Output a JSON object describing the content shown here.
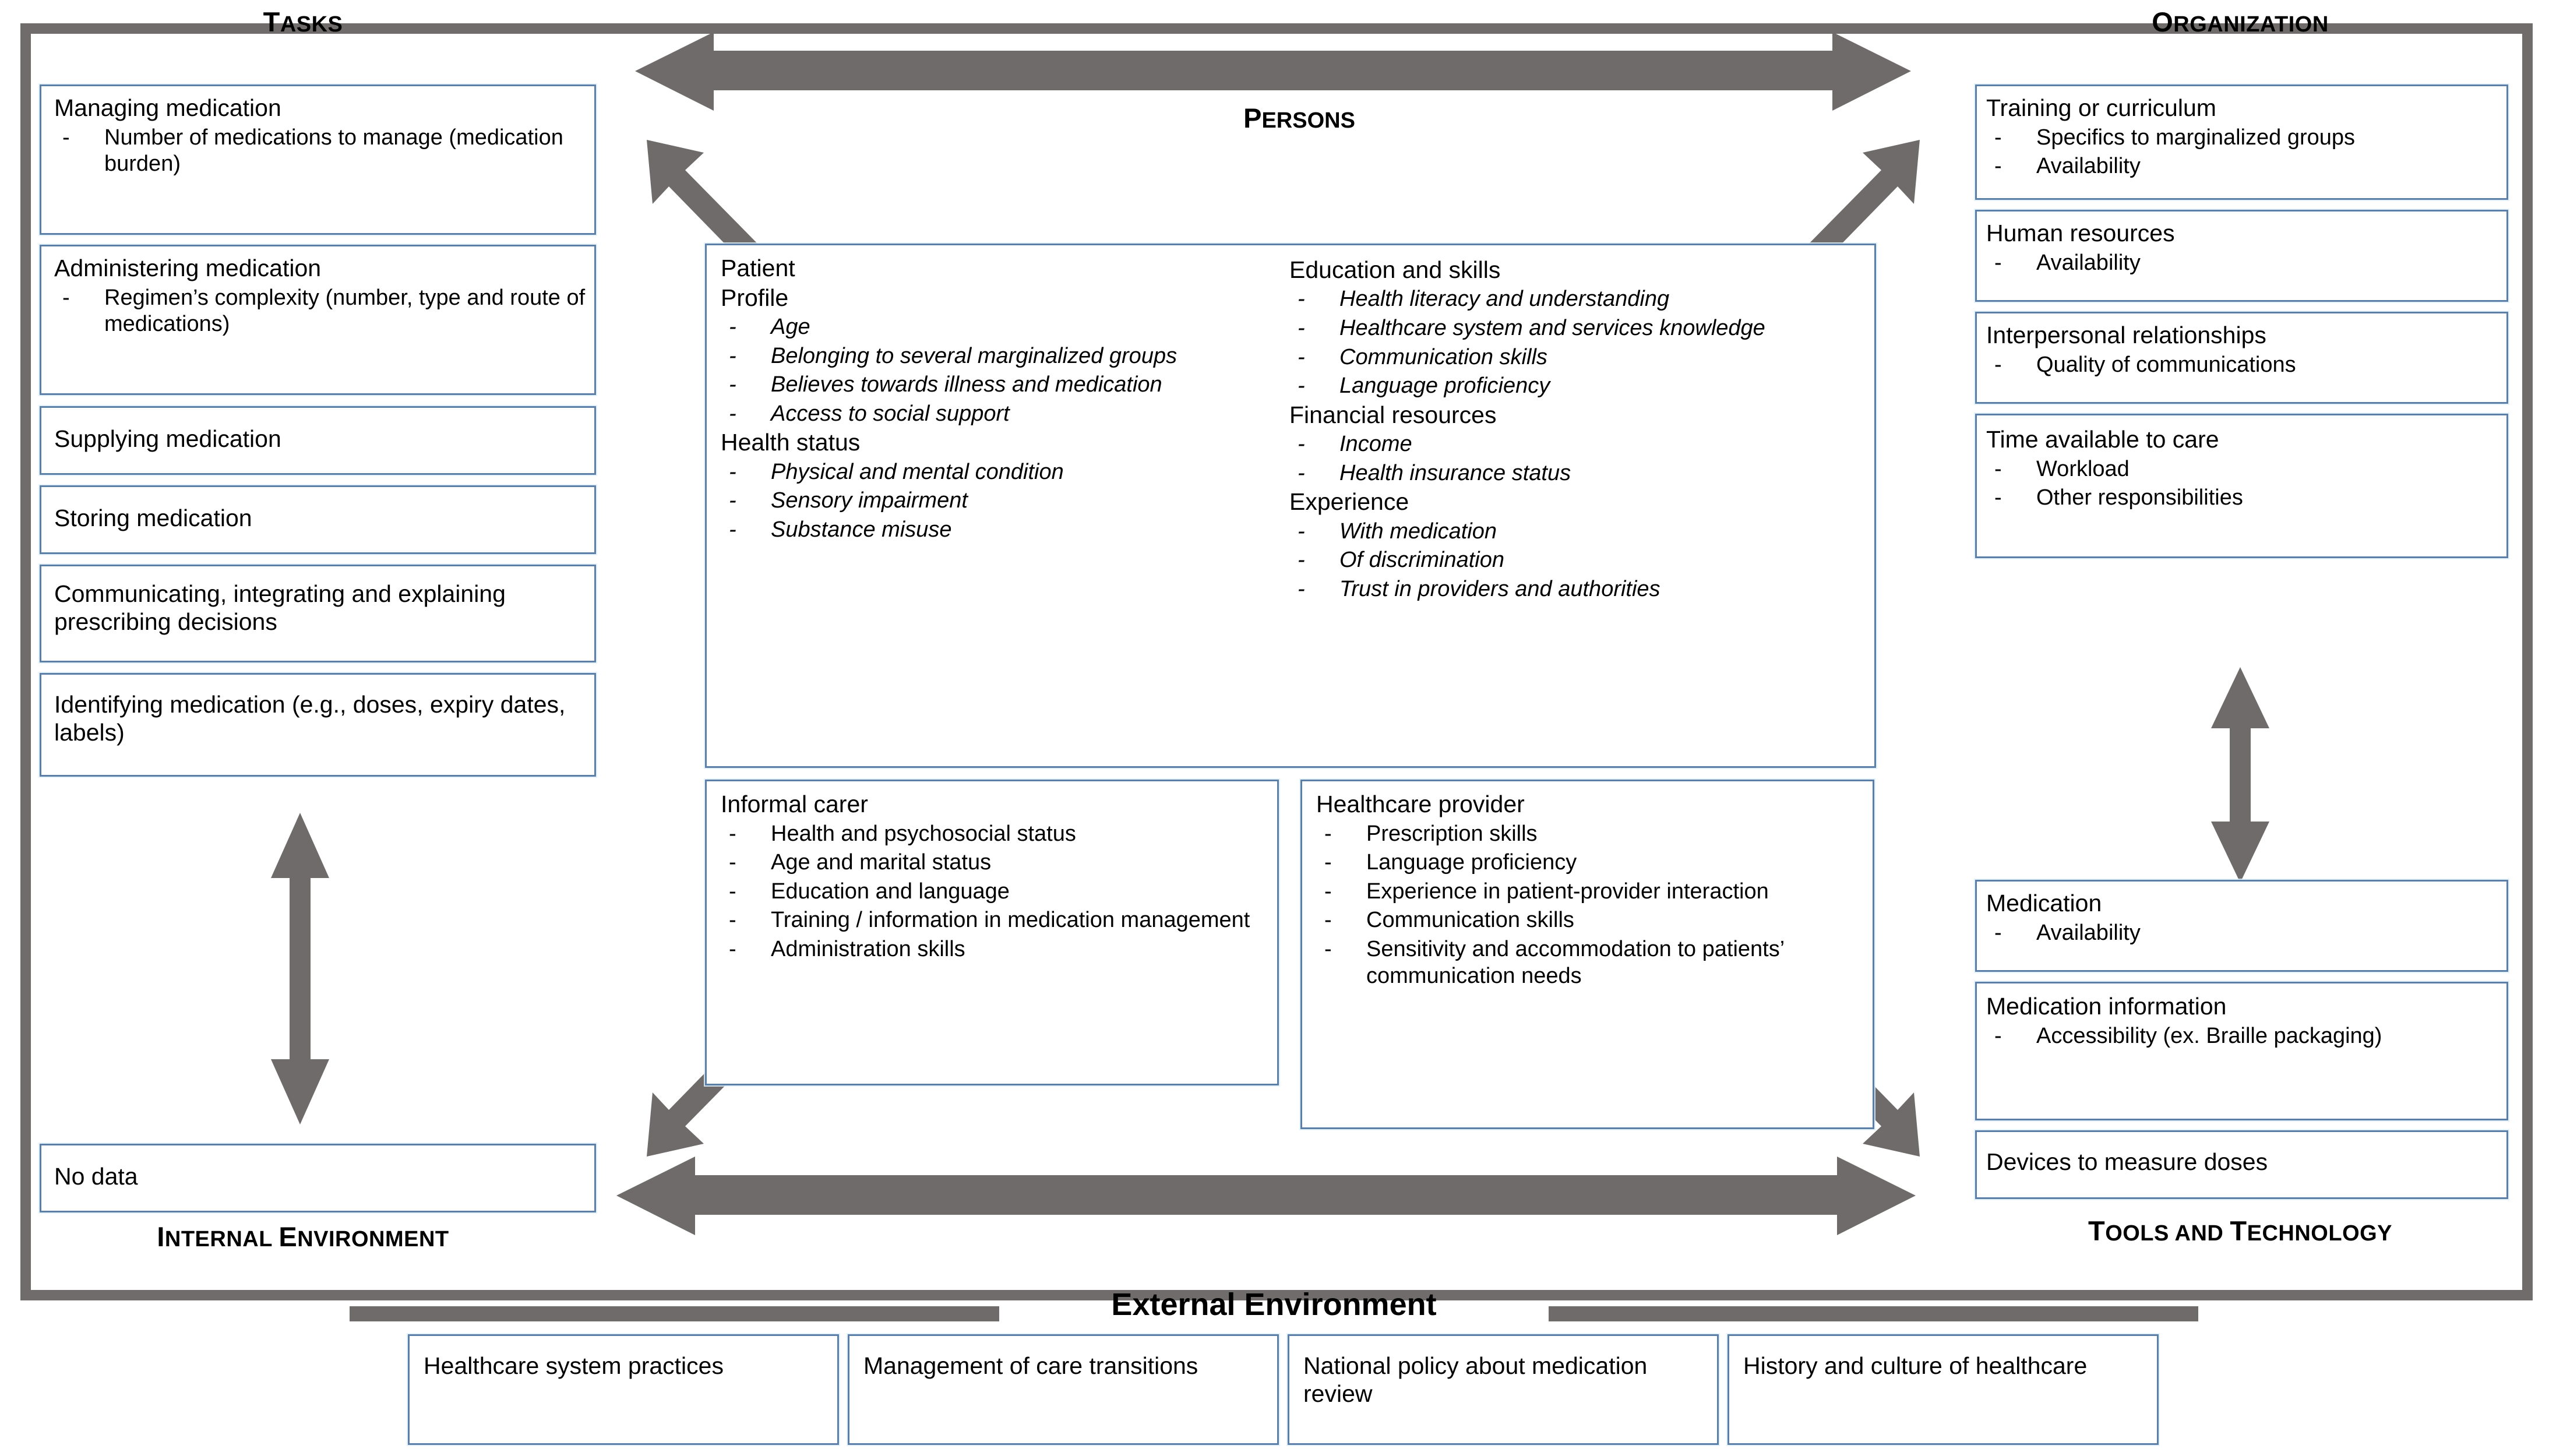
{
  "colors": {
    "box_border": "#5b7fa6",
    "frame_border": "#706c6c",
    "arrow_fill": "#6f6b6b",
    "background": "#ffffff",
    "text": "#000000"
  },
  "captions": {
    "tasks": {
      "lead": "T",
      "rest": "ASKS"
    },
    "organization": {
      "lead": "O",
      "rest": "RGANIZATION"
    },
    "persons": {
      "lead": "P",
      "rest": "ERSONS"
    },
    "internal_environment": {
      "lead": "I",
      "rest": "NTERNAL ",
      "lead2": "E",
      "rest2": "NVIRONMENT"
    },
    "tools_and_technology": {
      "lead": "T",
      "rest": "OOLS AND ",
      "lead2": "T",
      "rest2": "ECHNOLOGY"
    },
    "external_environment": "External Environment"
  },
  "tasks": {
    "boxes": [
      {
        "title": "Managing medication",
        "items": [
          "Number of medications to manage (medication burden)"
        ]
      },
      {
        "title": "Administering medication",
        "items": [
          "Regimen’s complexity (number, type and route of medications)"
        ]
      },
      {
        "title": "Supplying  medication",
        "items": []
      },
      {
        "title": "Storing medication",
        "items": []
      },
      {
        "title": "Communicating, integrating and explaining prescribing decisions",
        "items": []
      },
      {
        "title": "Identifying medication (e.g., doses, expiry dates, labels)",
        "items": []
      },
      {
        "title": "No data",
        "items": []
      }
    ]
  },
  "persons": {
    "patient": {
      "title": "Patient",
      "left_groups": [
        {
          "heading": "Profile",
          "items": [
            "Age",
            "Belonging to several marginalized groups",
            "Believes towards illness and medication",
            "Access to social support"
          ]
        },
        {
          "heading": "Health status",
          "items": [
            "Physical and mental condition",
            "Sensory impairment",
            "Substance misuse"
          ]
        }
      ],
      "right_groups": [
        {
          "heading": "Education and skills",
          "items": [
            "Health literacy and understanding",
            "Healthcare system and services knowledge",
            "Communication skills",
            "Language proficiency"
          ]
        },
        {
          "heading": "Financial resources",
          "items": [
            "Income",
            "Health insurance status"
          ]
        },
        {
          "heading": "Experience",
          "items": [
            "With medication",
            "Of discrimination",
            "Trust in providers and authorities"
          ]
        }
      ]
    },
    "informal_carer": {
      "title": "Informal carer",
      "items": [
        "Health and psychosocial status",
        "Age and marital status",
        "Education and language",
        "Training / information in medication management",
        "Administration skills"
      ]
    },
    "healthcare_provider": {
      "title": "Healthcare provider",
      "items": [
        "Prescription skills",
        "Language proficiency",
        "Experience in patient-provider interaction",
        "Communication skills",
        "Sensitivity and accommodation to patients’ communication needs"
      ]
    }
  },
  "organization": {
    "boxes": [
      {
        "title": "Training or curriculum",
        "items": [
          "Specifics to marginalized groups",
          "Availability"
        ]
      },
      {
        "title": "Human resources",
        "items": [
          "Availability"
        ]
      },
      {
        "title": "Interpersonal relationships",
        "items": [
          "Quality of communications"
        ]
      },
      {
        "title": "Time available to care",
        "items": [
          "Workload",
          "Other responsibilities"
        ]
      }
    ]
  },
  "tools_and_technology": {
    "boxes": [
      {
        "title": "Medication",
        "items": [
          "Availability"
        ]
      },
      {
        "title": "Medication information",
        "items": [
          "Accessibility (ex. Braille packaging)"
        ]
      },
      {
        "title": "Devices to measure doses",
        "items": []
      }
    ]
  },
  "external_environment": {
    "boxes": [
      {
        "title": "Healthcare system practices"
      },
      {
        "title": "Management of care transitions"
      },
      {
        "title": "National policy about medication review"
      },
      {
        "title": "History and culture of healthcare"
      }
    ]
  }
}
